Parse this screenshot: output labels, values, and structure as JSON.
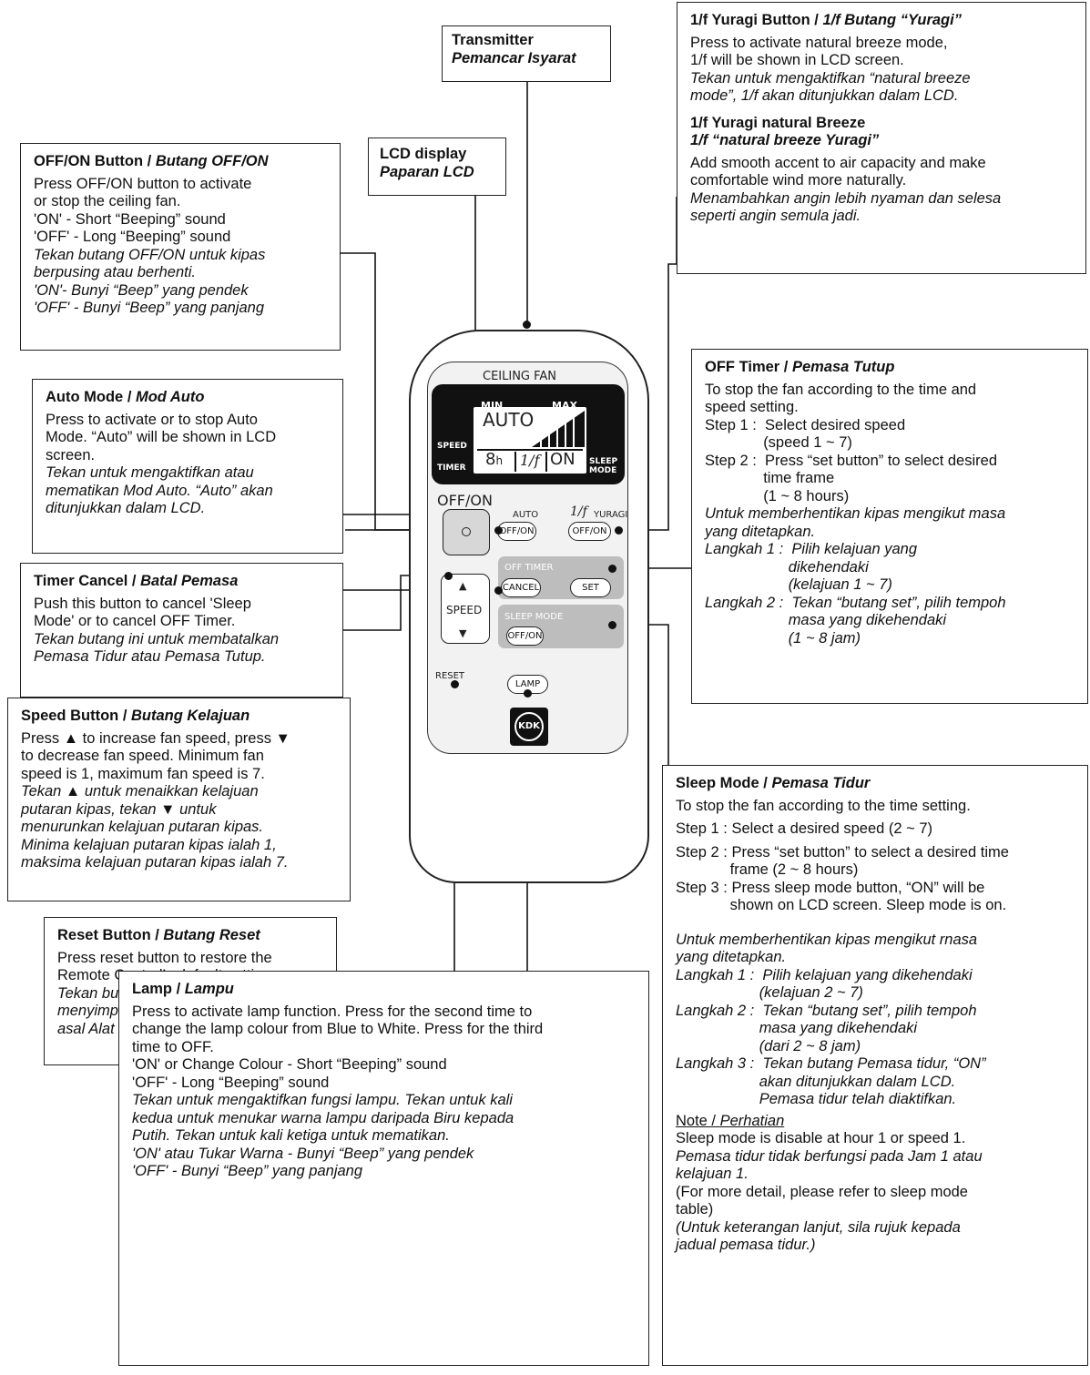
{
  "transmitter": {
    "title": "Transmitter",
    "title_ms": "Pemancar Isyarat"
  },
  "lcd": {
    "title": "LCD display",
    "title_ms": "Paparan LCD"
  },
  "offon": {
    "title": "OFF/ON Button / ",
    "title_ms": "Butang OFF/ON",
    "lines": [
      "Press OFF/ON button to activate",
      "or stop the ceiling fan.",
      "'ON' - Short “Beeping” sound",
      "'OFF' - Long “Beeping” sound"
    ],
    "lines_ms": [
      "Tekan butang OFF/ON untuk kipas",
      "berpusing atau berhenti.",
      "'ON'- Bunyi “Beep” yang pendek",
      "'OFF' - Bunyi “Beep” yang panjang"
    ]
  },
  "automode": {
    "title": "Auto Mode / ",
    "title_ms": "Mod Auto",
    "lines": [
      "Press to activate or to stop Auto",
      "Mode. “Auto” will be shown in LCD",
      "screen."
    ],
    "lines_ms": [
      "Tekan untuk mengaktifkan atau",
      "mematikan Mod Auto. “Auto” akan",
      "ditunjukkan dalam LCD."
    ]
  },
  "timercancel": {
    "title": "Timer Cancel / ",
    "title_ms": "Batal Pemasa",
    "lines": [
      "Push this button to cancel 'Sleep",
      "Mode' or to cancel OFF Timer."
    ],
    "lines_ms": [
      "Tekan butang ini untuk membatalkan",
      "Pemasa Tidur atau Pemasa Tutup."
    ]
  },
  "speed": {
    "title": "Speed Button / ",
    "title_ms": "Butang Kelajuan",
    "lines": [
      "Press ▲ to increase fan speed, press ▼",
      "to decrease fan speed. Minimum fan",
      "speed is 1, maximum fan speed is 7."
    ],
    "lines_ms": [
      "Tekan ▲ untuk menaikkan kelajuan",
      "putaran kipas, tekan ▼ untuk",
      "menurunkan kelajuan putaran kipas.",
      "Minima kelajuan putaran kipas ialah 1,",
      "maksima kelajuan putaran kipas ialah 7."
    ]
  },
  "reset": {
    "title": "Reset Button / ",
    "title_ms": "Butang Reset",
    "lines": [
      "Press reset button to restore the",
      "Remote Control’s default setting."
    ],
    "lines_ms": [
      "Tekan butang reset untuk",
      "menyimpan semula pengesetan",
      "asal Alat Kawalan Jauh."
    ]
  },
  "lamp": {
    "title": "Lamp / ",
    "title_ms": "Lampu",
    "lines": [
      "Press to activate lamp function. Press for the second time to",
      "change the lamp colour from Blue to White. Press for the third",
      "time to OFF.",
      "'ON' or Change Colour - Short “Beeping” sound",
      "'OFF' - Long “Beeping” sound"
    ],
    "lines_ms": [
      "Tekan untuk mengaktifkan fungsi lampu. Tekan untuk kali",
      "kedua untuk menukar warna lampu daripada Biru kepada",
      "Putih. Tekan untuk kali ketiga untuk mematikan.",
      "'ON' atau Tukar Warna - Bunyi “Beep” yang pendek",
      "'OFF' - Bunyi “Beep” yang panjang"
    ]
  },
  "yuragi": {
    "title": "1/f Yuragi Button / ",
    "title_ms": "1/f Butang “Yuragi”",
    "lines": [
      "Press to activate natural breeze mode,",
      "1/f will be shown in LCD screen."
    ],
    "lines_ms": [
      "Tekan untuk mengaktifkan “natural breeze",
      "mode”, 1/f akan ditunjukkan dalam LCD."
    ],
    "title2": "1/f Yuragi natural Breeze",
    "title2_ms": "1/f “natural breeze Yuragi”",
    "lines2": [
      "Add smooth accent to air capacity and make",
      "comfortable wind more naturally."
    ],
    "lines2_ms": [
      "Menambahkan angin lebih nyaman dan selesa",
      "seperti angin semula jadi."
    ]
  },
  "offtimer": {
    "title": "OFF Timer / ",
    "title_ms": "Pemasa Tutup",
    "lines": [
      "To stop the fan according to the time and",
      "speed setting.",
      "Step 1 :  Select desired speed",
      "              (speed 1 ~ 7)",
      "Step 2 :  Press “set button” to select desired",
      "              time frame",
      "              (1 ~ 8 hours)"
    ],
    "lines_ms": [
      "Untuk memberhentikan kipas mengikut masa",
      "yang ditetapkan.",
      "Langkah 1 :  Pilih kelajuan yang",
      "                    dikehendaki",
      "                    (kelajuan 1 ~ 7)",
      "Langkah 2 :  Tekan “butang set”, pilih tempoh",
      "                    masa yang dikehendaki",
      "                    (1 ~ 8 jam)"
    ]
  },
  "sleepmode": {
    "title": "Sleep Mode / ",
    "title_ms": "Pemasa Tidur",
    "lines": [
      "To stop the fan according to the time setting.",
      "Step 1 : Select a desired speed (2 ~ 7)",
      "Step 2 : Press “set button” to select a desired time",
      "             frame (2 ~ 8 hours)",
      "Step 3 : Press sleep mode button, “ON” will be",
      "             shown on LCD screen. Sleep mode is on."
    ],
    "lines_ms": [
      "Untuk memberhentikan kipas mengikut rnasa",
      "yang ditetapkan.",
      "Langkah 1 :  Pilih kelajuan yang dikehendaki",
      "                    (kelajuan 2 ~ 7)",
      "Langkah 2 :  Tekan “butang set”, pilih tempoh",
      "                    masa yang dikehendaki",
      "                    (dari 2 ~ 8 jam)",
      "Langkah 3 :  Tekan butang Pemasa tidur, “ON”",
      "                    akan ditunjukkan dalam LCD.",
      "                    Pemasa tidur telah diaktifkan."
    ],
    "note": "Note / ",
    "note_ms": "Perhatian",
    "note_lines": [
      "Sleep mode is disable at hour 1 or speed 1."
    ],
    "note_lines_ms": [
      "Pemasa tidur tidak berfungsi pada Jam 1 atau",
      "kelajuan 1."
    ],
    "note_lines2": [
      "(For more detail, please refer to sleep mode",
      "table)"
    ],
    "note_lines2_ms": [
      "(Untuk keterangan lanjut, sila rujuk kepada",
      "jadual pemasa tidur.)"
    ]
  },
  "remote": {
    "brand_label": "CEILING FAN",
    "min": "MIN",
    "max": "MAX",
    "speed": "SPEED",
    "timer": "TIMER",
    "sleep": "SLEEP",
    "mode": "MODE",
    "lcd_auto": "AUTO",
    "lcd_hours": "8",
    "lcd_h": "h",
    "lcd_yuragi": "1/f",
    "lcd_on": "ON",
    "offon_label": "OFF/ON",
    "auto_label": "AUTO",
    "yuragi_label": "YURAGI",
    "yuragi_prefix": "1/f",
    "btn_offon": "OFF/ON",
    "off_timer_label": "OFF TIMER",
    "cancel": "CANCEL",
    "set": "SET",
    "speed_label": "SPEED",
    "sleep_mode_label": "SLEEP MODE",
    "reset_label": "RESET",
    "lamp": "LAMP",
    "logo": "KDK",
    "up": "▲",
    "down": "▼"
  },
  "colors": {
    "lcd_bg": "#111111",
    "panel_grey": "#bdbdbd",
    "line": "#111111"
  }
}
